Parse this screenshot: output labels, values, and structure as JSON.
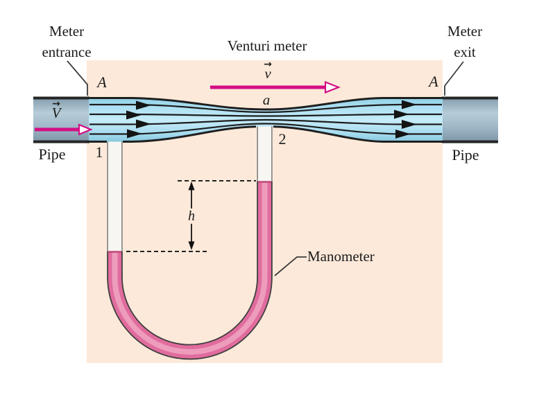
{
  "labels": {
    "meter_entrance_line1": "Meter",
    "meter_entrance_line2": "entrance",
    "venturi_meter": "Venturi meter",
    "meter_exit_line1": "Meter",
    "meter_exit_line2": "exit",
    "pipe_left": "Pipe",
    "pipe_right": "Pipe",
    "area_entrance": "A",
    "area_throat": "a",
    "area_exit": "A",
    "station_1": "1",
    "station_2": "2",
    "height": "h",
    "manometer": "Manometer",
    "pipe_velocity": "V",
    "throat_velocity": "v",
    "vector_arrow_glyph": "→"
  },
  "colors": {
    "panel_background": "#fce9d9",
    "pipe_fill": "#9db7c7",
    "meter_fluid_blue": "#aadef1",
    "flow_arrow_magenta": "#d30f85",
    "mercury_pink": "#e06c9d",
    "mercury_highlight": "#f0a2c0",
    "tube_white": "#f7f6f3",
    "outline_dark": "#1f1f1f",
    "text_color": "#1c1c1c"
  }
}
